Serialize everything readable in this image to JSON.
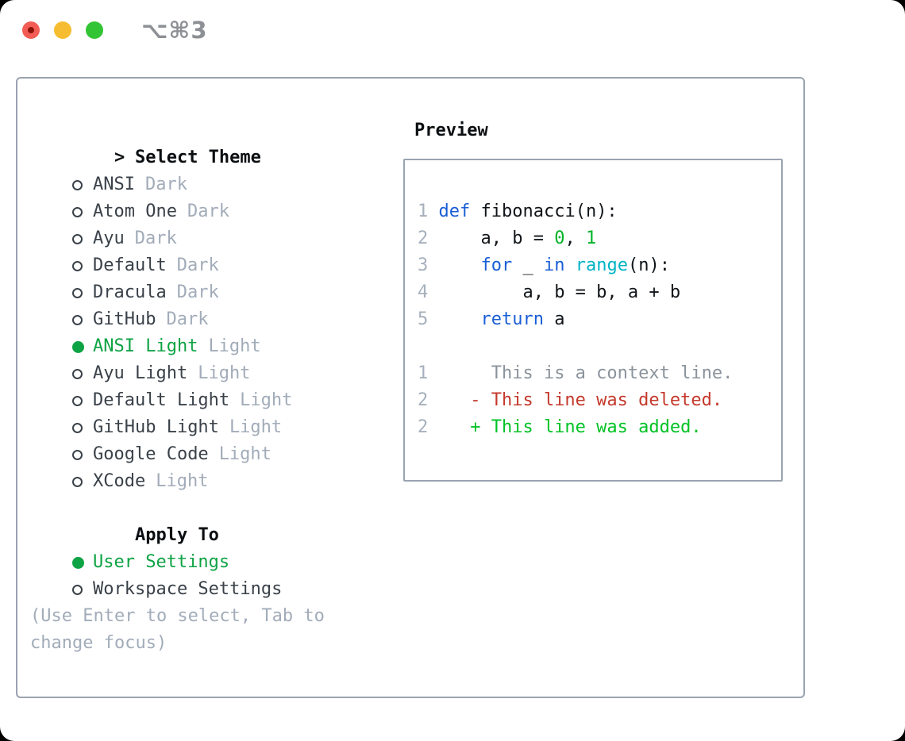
{
  "window": {
    "shortcut_title": "⌥⌘3"
  },
  "colors": {
    "bg_page": "#000000",
    "bg_window": "#ffffff",
    "border_gray": "#9aa3b0",
    "text_black": "#0c0f12",
    "text_item": "#3a4149",
    "text_faint": "#a2acb9",
    "green_sel": "#0ea344",
    "titlebar_gray": "#8d9095",
    "tl_red": "#f25c54",
    "tl_red_dot": "#8c1209",
    "tl_yellow": "#f7bd30",
    "tl_green": "#32c434",
    "kw_blue": "#1a5ed6",
    "builtin_cyan": "#00b4c6",
    "numlit_green": "#00b326",
    "code_plain": "#111519",
    "line_num": "#a6b0bc",
    "ctx_gray": "#8b939c",
    "del_red": "#c4392c",
    "add_green": "#00c225"
  },
  "theme_panel": {
    "header_marker": ">",
    "header": "Select Theme",
    "themes": [
      {
        "label": "ANSI",
        "variant": "Dark",
        "selected": false
      },
      {
        "label": "Atom One",
        "variant": "Dark",
        "selected": false
      },
      {
        "label": "Ayu",
        "variant": "Dark",
        "selected": false
      },
      {
        "label": "Default",
        "variant": "Dark",
        "selected": false
      },
      {
        "label": "Dracula",
        "variant": "Dark",
        "selected": false
      },
      {
        "label": "GitHub",
        "variant": "Dark",
        "selected": false
      },
      {
        "label": "ANSI Light",
        "variant": "Light",
        "selected": true
      },
      {
        "label": "Ayu Light",
        "variant": "Light",
        "selected": false
      },
      {
        "label": "Default Light",
        "variant": "Light",
        "selected": false
      },
      {
        "label": "GitHub Light",
        "variant": "Light",
        "selected": false
      },
      {
        "label": "Google Code",
        "variant": "Light",
        "selected": false
      },
      {
        "label": "XCode",
        "variant": "Light",
        "selected": false
      }
    ],
    "apply_to": {
      "header": "Apply To",
      "options": [
        {
          "label": "User Settings",
          "selected": true
        },
        {
          "label": "Workspace Settings",
          "selected": false
        }
      ]
    },
    "hint_lines": [
      "(Use Enter to select, Tab to",
      "change focus)"
    ]
  },
  "preview_panel": {
    "header": "Preview",
    "lines": [
      {
        "tokens": [
          [
            "ln",
            "1"
          ],
          [
            "pl",
            " "
          ],
          [
            "kw",
            "def"
          ],
          [
            "pl",
            " fibonacci(n):"
          ]
        ]
      },
      {
        "tokens": [
          [
            "ln",
            "2"
          ],
          [
            "pl",
            "     a, b = "
          ],
          [
            "num",
            "0"
          ],
          [
            "pl",
            ", "
          ],
          [
            "num",
            "1"
          ]
        ]
      },
      {
        "tokens": [
          [
            "ln",
            "3"
          ],
          [
            "pl",
            "     "
          ],
          [
            "kw",
            "for"
          ],
          [
            "pl",
            " _ "
          ],
          [
            "kw",
            "in"
          ],
          [
            "pl",
            " "
          ],
          [
            "bi",
            "range"
          ],
          [
            "pl",
            "(n):"
          ]
        ]
      },
      {
        "tokens": [
          [
            "ln",
            "4"
          ],
          [
            "pl",
            "         a, b = b, a + b"
          ]
        ]
      },
      {
        "tokens": [
          [
            "ln",
            "5"
          ],
          [
            "pl",
            "     "
          ],
          [
            "kw",
            "return"
          ],
          [
            "pl",
            " a"
          ]
        ]
      },
      {
        "tokens": []
      },
      {
        "tokens": [
          [
            "ln",
            "1"
          ],
          [
            "ctx",
            "      This is a context line."
          ]
        ]
      },
      {
        "tokens": [
          [
            "ln",
            "2"
          ],
          [
            "del",
            "    - This line was deleted."
          ]
        ]
      },
      {
        "tokens": [
          [
            "ln",
            "2"
          ],
          [
            "add",
            "    + This line was added."
          ]
        ]
      }
    ]
  }
}
